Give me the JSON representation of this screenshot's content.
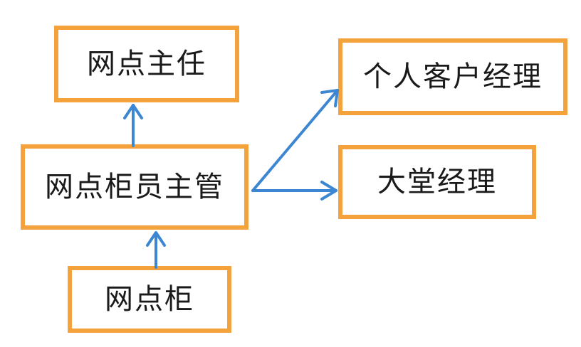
{
  "nodes": {
    "director": "网点主任",
    "supervisor": "网点柜员主管",
    "teller": "网点柜",
    "account_manager": "个人客户经理",
    "lobby_manager": "大堂经理"
  },
  "colors": {
    "box_border": "#f4a23c",
    "arrow": "#3d86d2",
    "text": "#1a1a1a"
  }
}
